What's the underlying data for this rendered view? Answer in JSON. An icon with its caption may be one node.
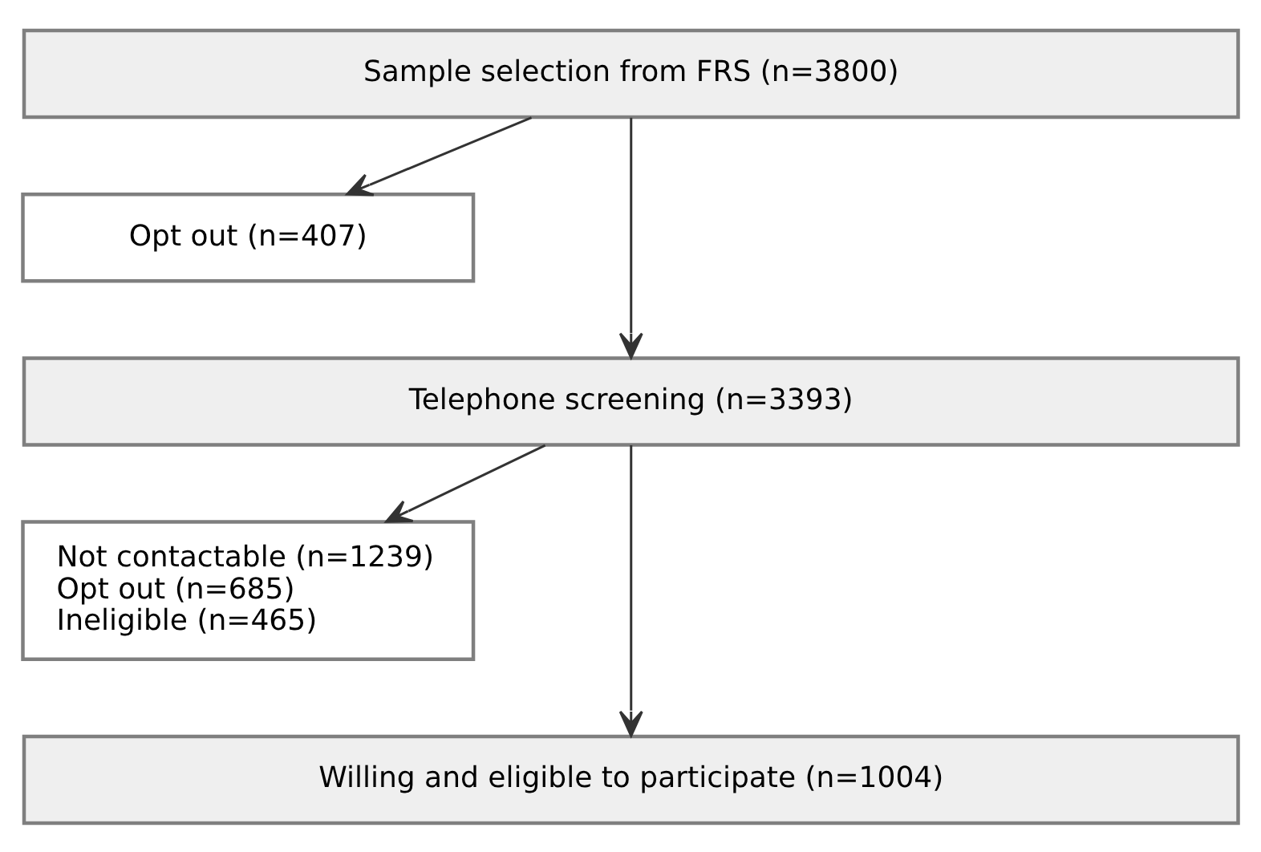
{
  "diagram": {
    "nodes": [
      {
        "text": [
          "Sample selection from FRS (n=3800)"
        ]
      },
      {
        "text": [
          "Opt out (n=407)"
        ]
      },
      {
        "text": [
          "Telephone screening (n=3393)"
        ]
      },
      {
        "text": [
          "Not contactable (n=1239)",
          "Opt out (n=685)",
          "Ineligible (n=465)"
        ]
      },
      {
        "text": [
          "Willing and eligible to participate (n=1004)"
        ]
      }
    ],
    "edges": [
      {
        "from": 0,
        "to": 1,
        "arrow": "to"
      },
      {
        "from": 0,
        "to": 2,
        "arrow": "to"
      },
      {
        "from": 2,
        "to": 3,
        "arrow": "to"
      },
      {
        "from": 2,
        "to": 4,
        "arrow": "to"
      }
    ]
  }
}
